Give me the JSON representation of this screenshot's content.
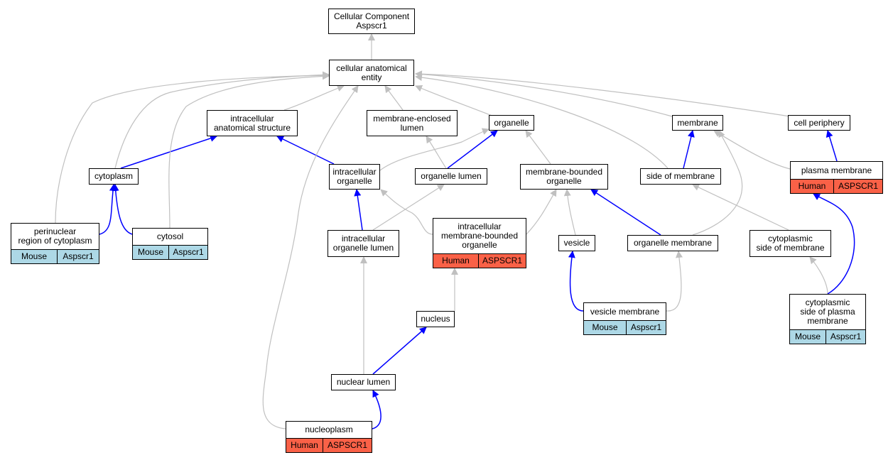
{
  "colors": {
    "is_a": "#c0c0c0",
    "part_of": "#0000ff",
    "mouse": "#add8e6",
    "human": "#fa6147"
  },
  "nodes": [
    {
      "id": "root",
      "label": "Cellular Component\nAspscr1"
    },
    {
      "id": "cae",
      "label": "cellular anatomical\nentity"
    },
    {
      "id": "ias",
      "label": "intracellular\nanatomical structure"
    },
    {
      "id": "mel",
      "label": "membrane-enclosed\nlumen"
    },
    {
      "id": "org",
      "label": "organelle"
    },
    {
      "id": "mem",
      "label": "membrane"
    },
    {
      "id": "cp",
      "label": "cell periphery"
    },
    {
      "id": "cyto",
      "label": "cytoplasm"
    },
    {
      "id": "io",
      "label": "intracellular\norganelle"
    },
    {
      "id": "ol",
      "label": "organelle lumen"
    },
    {
      "id": "mbo",
      "label": "membrane-bounded\norganelle"
    },
    {
      "id": "som",
      "label": "side of membrane"
    },
    {
      "id": "pm",
      "label": "plasma membrane",
      "tags": [
        {
          "species": "Human",
          "gene": "ASPSCR1"
        }
      ]
    },
    {
      "id": "prc",
      "label": "perinuclear\nregion of cytoplasm",
      "tags": [
        {
          "species": "Mouse",
          "gene": "Aspscr1"
        }
      ]
    },
    {
      "id": "cytosol",
      "label": "cytosol",
      "tags": [
        {
          "species": "Mouse",
          "gene": "Aspscr1"
        }
      ]
    },
    {
      "id": "iol",
      "label": "intracellular\norganelle lumen"
    },
    {
      "id": "imbo",
      "label": "intracellular\nmembrane-bounded\norganelle",
      "tags": [
        {
          "species": "Human",
          "gene": "ASPSCR1"
        }
      ]
    },
    {
      "id": "ves",
      "label": "vesicle"
    },
    {
      "id": "om",
      "label": "organelle membrane"
    },
    {
      "id": "csm",
      "label": "cytoplasmic\nside of membrane"
    },
    {
      "id": "nuc",
      "label": "nucleus"
    },
    {
      "id": "vm",
      "label": "vesicle membrane",
      "tags": [
        {
          "species": "Mouse",
          "gene": "Aspscr1"
        }
      ]
    },
    {
      "id": "cspm",
      "label": "cytoplasmic\nside of plasma\nmembrane",
      "tags": [
        {
          "species": "Mouse",
          "gene": "Aspscr1"
        }
      ]
    },
    {
      "id": "nl",
      "label": "nuclear lumen"
    },
    {
      "id": "np",
      "label": "nucleoplasm",
      "tags": [
        {
          "species": "Human",
          "gene": "ASPSCR1"
        }
      ]
    }
  ],
  "edges": [
    {
      "from": "cae",
      "to": "root",
      "type": "is_a"
    },
    {
      "from": "ias",
      "to": "cae",
      "type": "is_a"
    },
    {
      "from": "mel",
      "to": "cae",
      "type": "is_a"
    },
    {
      "from": "org",
      "to": "cae",
      "type": "is_a"
    },
    {
      "from": "mem",
      "to": "cae",
      "type": "is_a"
    },
    {
      "from": "cp",
      "to": "cae",
      "type": "is_a"
    },
    {
      "from": "cyto",
      "to": "cae",
      "type": "is_a"
    },
    {
      "from": "cyto",
      "to": "ias",
      "type": "part_of"
    },
    {
      "from": "prc",
      "to": "cae",
      "type": "is_a"
    },
    {
      "from": "prc",
      "to": "cyto",
      "type": "part_of"
    },
    {
      "from": "cytosol",
      "to": "cae",
      "type": "is_a"
    },
    {
      "from": "cytosol",
      "to": "cyto",
      "type": "part_of"
    },
    {
      "from": "io",
      "to": "org",
      "type": "is_a"
    },
    {
      "from": "io",
      "to": "ias",
      "type": "part_of"
    },
    {
      "from": "ol",
      "to": "mel",
      "type": "is_a"
    },
    {
      "from": "ol",
      "to": "org",
      "type": "part_of"
    },
    {
      "from": "mbo",
      "to": "org",
      "type": "is_a"
    },
    {
      "from": "som",
      "to": "mem",
      "type": "part_of"
    },
    {
      "from": "som",
      "to": "cae",
      "type": "is_a"
    },
    {
      "from": "pm",
      "to": "mem",
      "type": "is_a"
    },
    {
      "from": "pm",
      "to": "cp",
      "type": "part_of"
    },
    {
      "from": "iol",
      "to": "io",
      "type": "part_of"
    },
    {
      "from": "iol",
      "to": "ol",
      "type": "is_a"
    },
    {
      "from": "imbo",
      "to": "io",
      "type": "is_a"
    },
    {
      "from": "imbo",
      "to": "mbo",
      "type": "is_a"
    },
    {
      "from": "ves",
      "to": "mbo",
      "type": "is_a"
    },
    {
      "from": "om",
      "to": "mbo",
      "type": "part_of"
    },
    {
      "from": "om",
      "to": "mem",
      "type": "is_a"
    },
    {
      "from": "csm",
      "to": "som",
      "type": "is_a"
    },
    {
      "from": "nuc",
      "to": "imbo",
      "type": "is_a"
    },
    {
      "from": "vm",
      "to": "ves",
      "type": "part_of"
    },
    {
      "from": "vm",
      "to": "om",
      "type": "is_a"
    },
    {
      "from": "cspm",
      "to": "csm",
      "type": "is_a"
    },
    {
      "from": "cspm",
      "to": "pm",
      "type": "part_of"
    },
    {
      "from": "nl",
      "to": "iol",
      "type": "is_a"
    },
    {
      "from": "nl",
      "to": "nuc",
      "type": "part_of"
    },
    {
      "from": "np",
      "to": "nl",
      "type": "part_of"
    },
    {
      "from": "np",
      "to": "cae",
      "type": "is_a"
    }
  ]
}
